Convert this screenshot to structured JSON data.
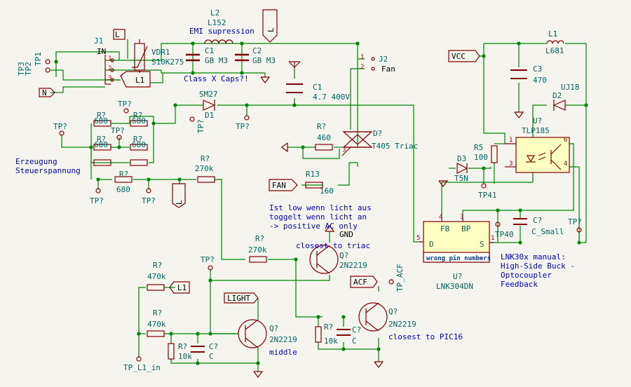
{
  "labels": {
    "j1": "J1",
    "in": "IN",
    "p1": "1",
    "p2": "2",
    "p3": "3",
    "p4": "4",
    "p5": "5",
    "p6": "6",
    "vdr1": "VDR1",
    "vdr1_val": "S10K275",
    "l2": "L2",
    "l2_val": "L152",
    "emi": "EMI supression",
    "c1x": "C1",
    "c2x": "C2",
    "gbm3a": "GB M3",
    "gbm3b": "GB M3",
    "classx": "Class X Caps?!",
    "j2": "J2",
    "fan_pin": "Fan",
    "c1": "C1",
    "c1_val": "4.7 400V",
    "sm27": "SM27",
    "d1": "D1",
    "tpq": "TP?",
    "rq": "R?",
    "r680": "680",
    "erzeugung": "Erzeugung",
    "steuer": "Steuerspannung",
    "r270k": "270k",
    "r460": "460",
    "dq": "D?",
    "t405": "T405 Triac",
    "r13": "R13",
    "r160": "160",
    "note1": "Ist low wenn licht aus",
    "note2": "toggelt wenn licht an",
    "note3": "-> positive AC only",
    "gnd": "GND",
    "closest_triac": "closest to triac",
    "qq": "Q?",
    "n2219": "2N2219",
    "r470k": "470k",
    "r10k": "10k",
    "cq": "C?",
    "c": "C",
    "middle": "middle",
    "tp_l1_in": "TP_L1_in",
    "closest_pic": "closest to PIC16",
    "uq": "U?",
    "tlp185": "TLP185",
    "l1": "L1",
    "l681": "L681",
    "c3": "C3",
    "c470": "470",
    "d2": "D2",
    "uj18": "UJ18",
    "r5": "R5",
    "r100": "100",
    "d3": "D3",
    "t5n": "T5N",
    "tp41": "TP41",
    "tp40": "TP40",
    "fb": "FB",
    "bp": "BP",
    "d": "D",
    "s": "S",
    "wrong_pin": "wrong pin numbers",
    "lnk304": "LNK304DN",
    "c_small": "C_Small",
    "lnk_note1": "LNK30x manual:",
    "lnk_note2": "High-Side Buck -",
    "lnk_note3": "Optocoupler",
    "lnk_note4": "Feedback",
    "net_l_small": "L",
    "net_l1": "L1",
    "net_n": "N",
    "net_vcc": "VCC",
    "net_fan": "FAN",
    "net_light": "LIGHT",
    "net_acf": "ACF",
    "net_l": "L",
    "tp1": "TP1",
    "tp2": "TP2",
    "tp3": "TP3",
    "tp_acf": "TP_ACF"
  },
  "colors": {
    "wire": "#008400",
    "component": "#840000",
    "reference": "#006464",
    "note": "#0000c8",
    "ic_fill": "#ffffc2",
    "background": "#f5f4ef"
  }
}
